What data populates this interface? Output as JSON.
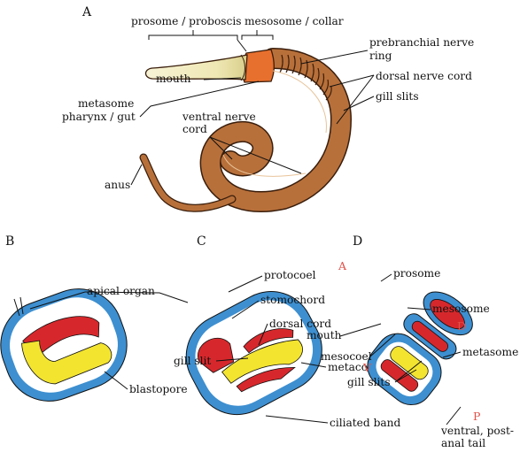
{
  "colors": {
    "body_brown": "#b8703a",
    "collar_orange": "#e8702e",
    "proboscis_cream": "#f4efc4",
    "ectoderm_blue": "#3d8fd0",
    "mesoderm_red": "#d6282c",
    "endoderm_yellow": "#f3e430",
    "axis_letters_red": "#e0524a"
  },
  "panels": {
    "a": {
      "letter": "A",
      "labels": {
        "prosome": "prosome / proboscis",
        "mesosome": "mesosome / collar",
        "prebranchial_1": "prebranchial nerve",
        "prebranchial_2": "ring",
        "mouth": "mouth",
        "dorsal_cord": "dorsal nerve cord",
        "gill_slits": "gill slits",
        "metasome_1": "metasome",
        "metasome_2": "pharynx / gut",
        "ventral_1": "ventral nerve",
        "ventral_2": "cord",
        "anus": "anus"
      }
    },
    "b": {
      "letter": "B",
      "labels": {
        "apical": "apical organ",
        "blastopore": "blastopore"
      }
    },
    "c": {
      "letter": "C",
      "labels": {
        "protocoel": "protocoel",
        "stomochord": "stomochord",
        "dorsal_cord": "dorsal cord",
        "gill_slit": "gill slit",
        "metacoel": "metacoel",
        "ciliated": "ciliated band"
      }
    },
    "d": {
      "letter": "D",
      "axis": {
        "a": "A",
        "d": "D",
        "v": "V",
        "p": "P"
      },
      "labels": {
        "prosome": "prosome",
        "mesosome": "mesosome",
        "mouth": "mouth",
        "mesocoel": "mesocoel",
        "metasome": "metasome",
        "gill_slits": "gill slits",
        "tail_1": "ventral, post-",
        "tail_2": "anal tail"
      }
    }
  }
}
